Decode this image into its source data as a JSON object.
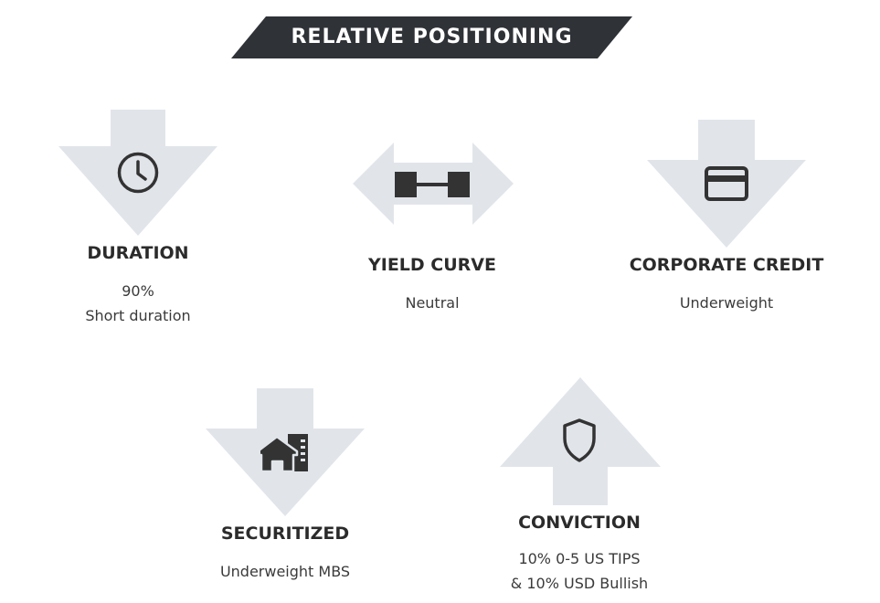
{
  "header": {
    "title": "RELATIVE POSITIONING"
  },
  "items": [
    {
      "key": "duration",
      "title": "DURATION",
      "lines": [
        "90%",
        "Short duration"
      ],
      "arrow": "down",
      "icon": "clock-icon"
    },
    {
      "key": "yield_curve",
      "title": "YIELD CURVE",
      "lines": [
        "Neutral"
      ],
      "arrow": "left-right",
      "icon": "dumbbell-neutral-icon"
    },
    {
      "key": "corporate_credit",
      "title": "CORPORATE CREDIT",
      "lines": [
        "Underweight"
      ],
      "arrow": "down",
      "icon": "credit-card-icon"
    },
    {
      "key": "securitized",
      "title": "SECURITIZED",
      "lines": [
        "Underweight MBS"
      ],
      "arrow": "down",
      "icon": "house-building-icon"
    },
    {
      "key": "conviction",
      "title": "CONVICTION",
      "lines": [
        "10% 0-5 US TIPS",
        "& 10% USD Bullish"
      ],
      "arrow": "up",
      "icon": "shield-icon"
    }
  ],
  "colors": {
    "banner": "#2f3237",
    "arrow": "#e1e5ea",
    "icon": "#333333",
    "text": "#333333"
  }
}
